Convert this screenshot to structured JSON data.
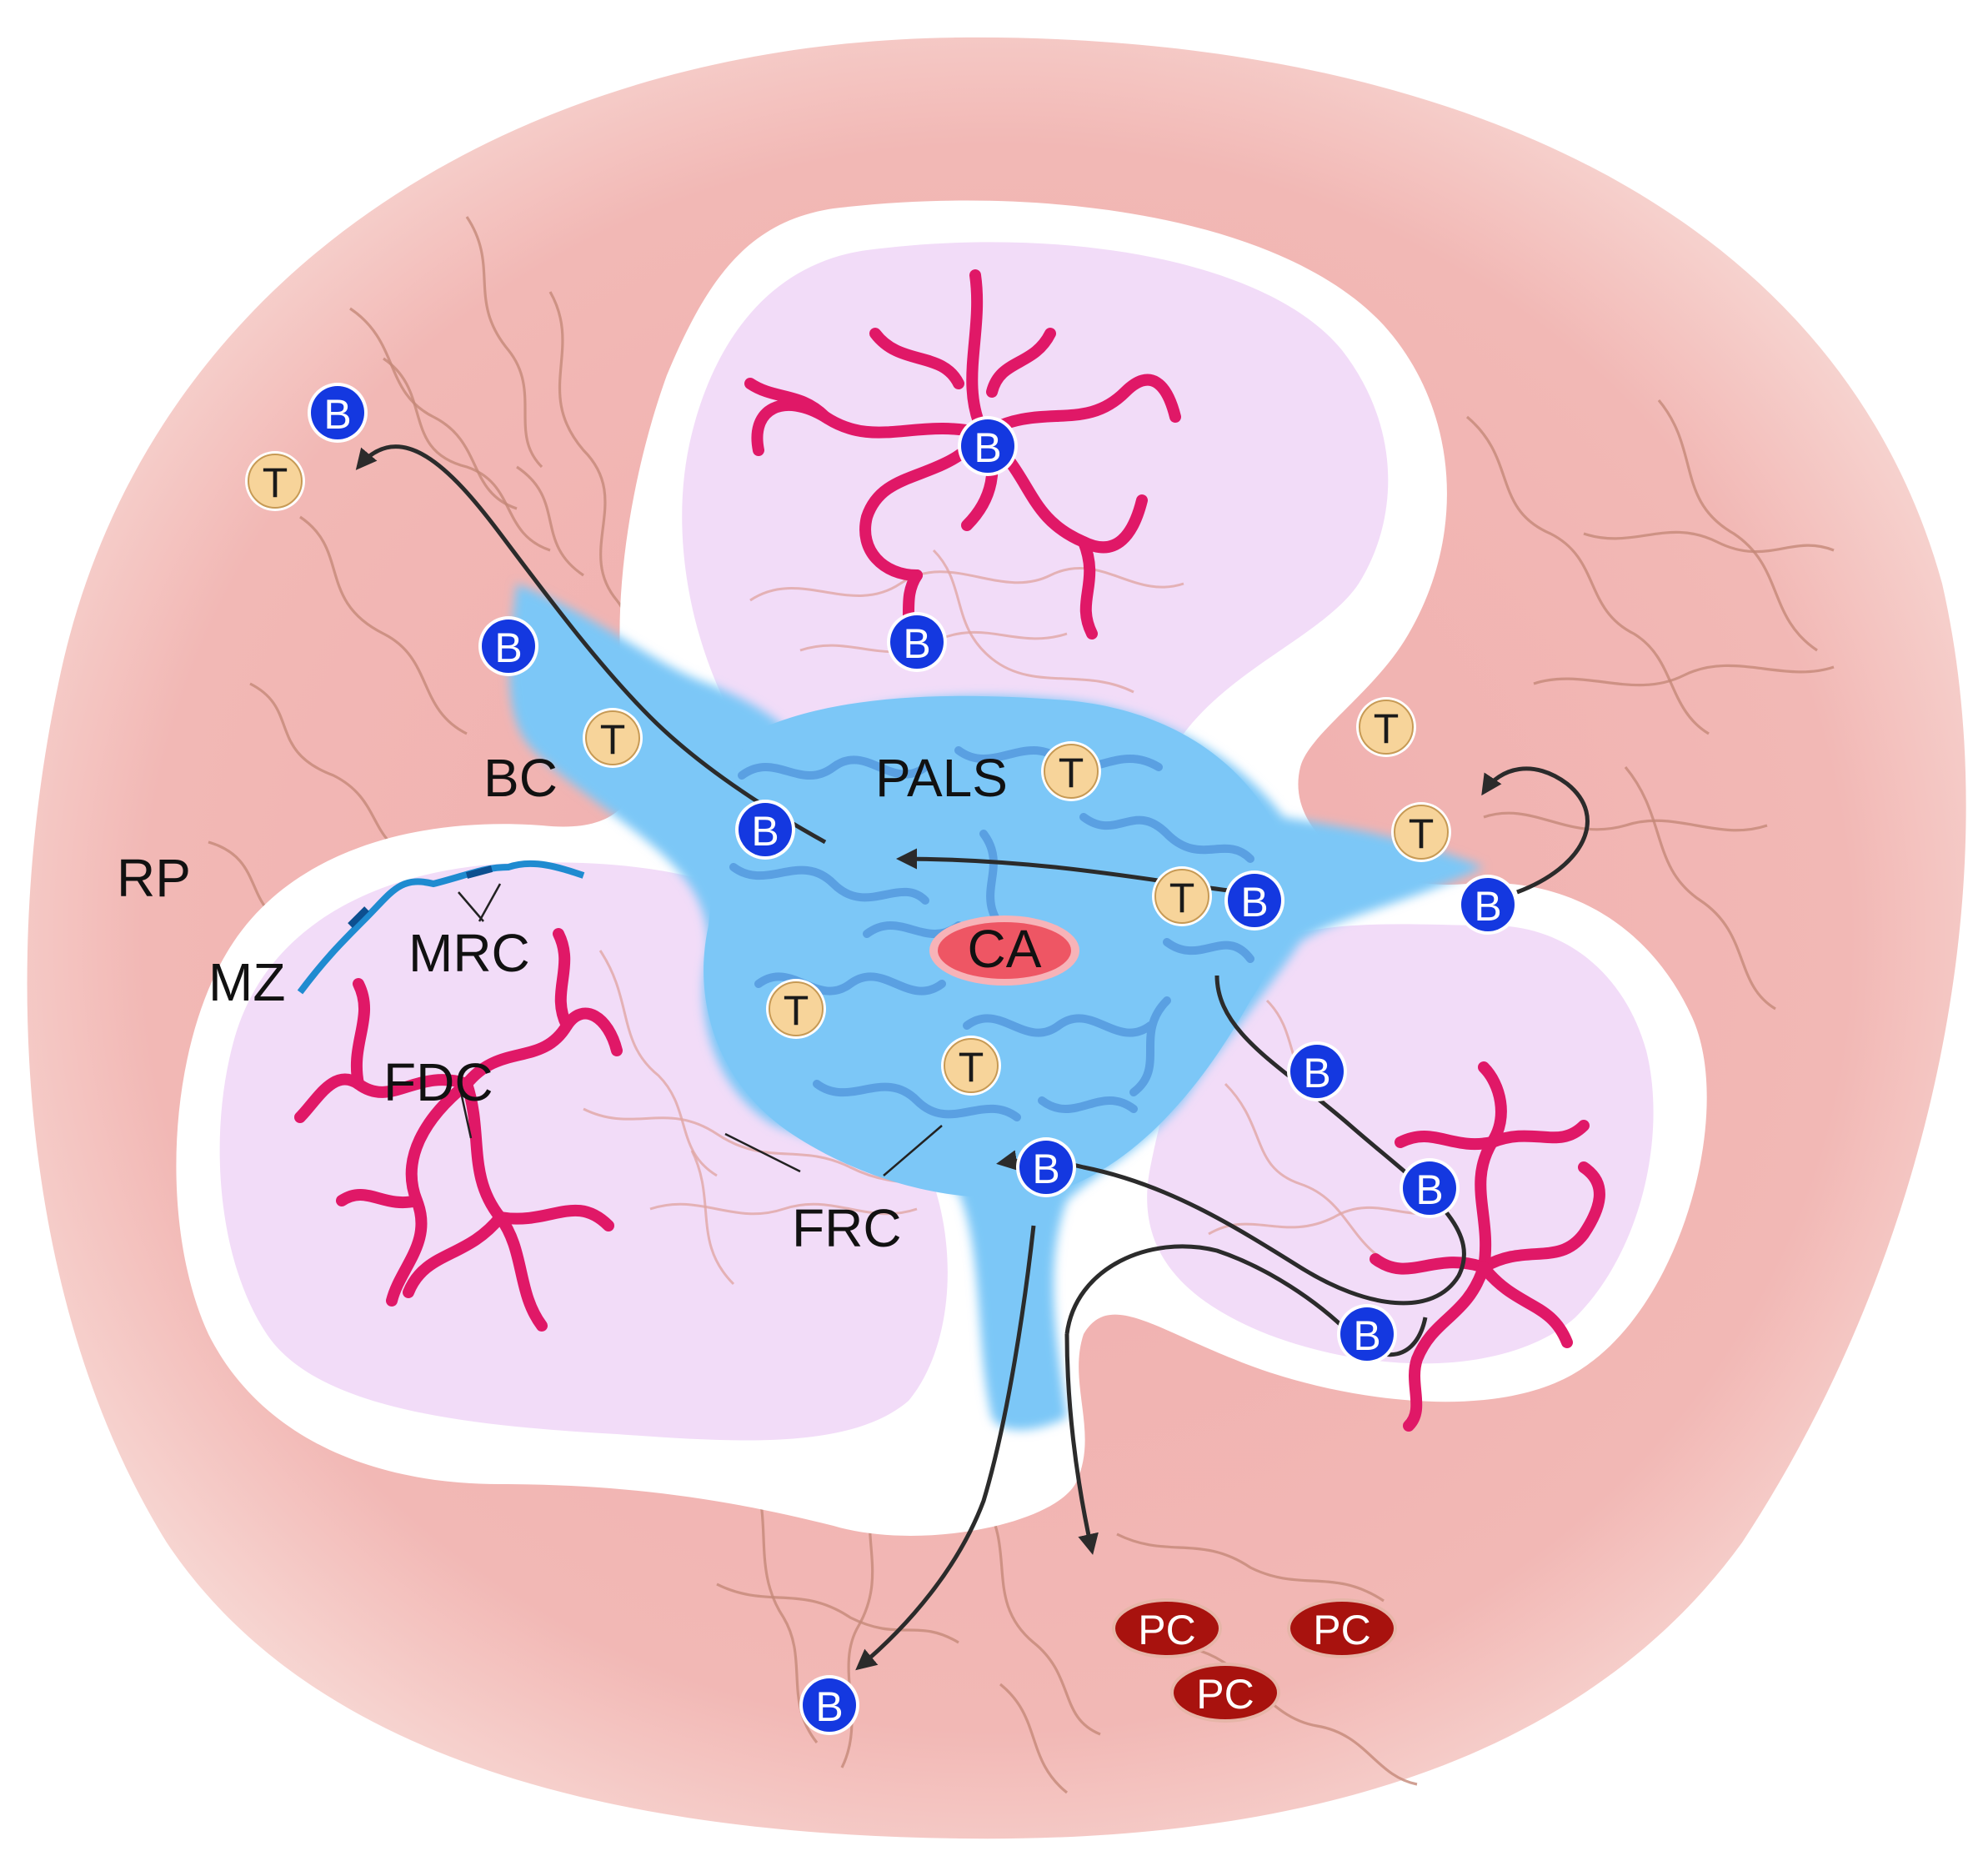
{
  "colors": {
    "red_pulp": "#f2b8b5",
    "follicle": "#f2dcf8",
    "pals": "#7cc7f7",
    "fdc": "#e01867",
    "b_cell": "#1438e0",
    "t_cell": "#f7d49a",
    "plasma_cell": "#a8120e",
    "central_artery": "#ee5664",
    "marginal_zone": "#1f8bd0"
  },
  "labels": {
    "rp": "RP",
    "mz": "MZ",
    "mrc": "MRC",
    "bc": "BC",
    "pals": "PALS",
    "ca": "CA",
    "fdc": "FDC",
    "frc": "FRC"
  },
  "cells": {
    "b": "B",
    "t": "T",
    "pc": "PC"
  }
}
